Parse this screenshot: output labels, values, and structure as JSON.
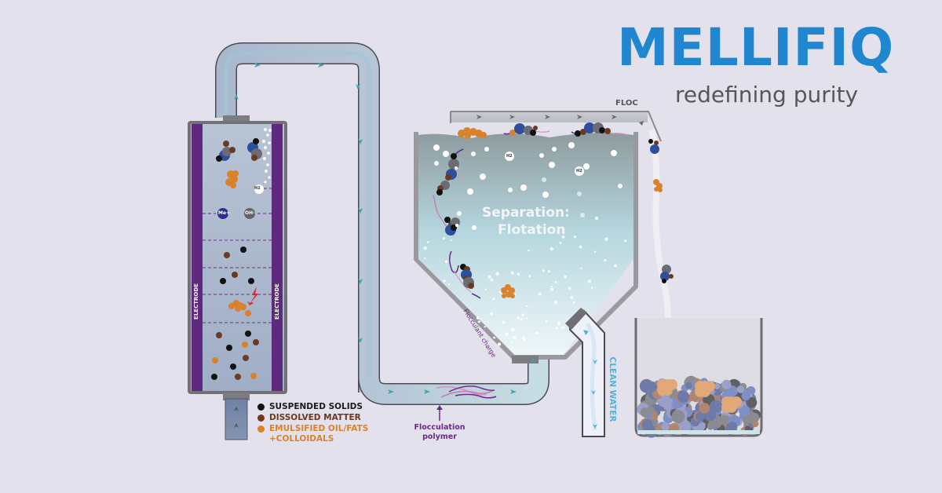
{
  "brand": {
    "name": "MELLIFIQ",
    "tagline": "redefining purity",
    "color": "#1f86cf"
  },
  "reactor": {
    "electrode_left_label": "ELECTRODE",
    "electrode_right_label": "ELECTRODE",
    "gas_bubble_label": "H2",
    "metal_ion_label": "Me+",
    "hydroxide_label": "OH-",
    "electrode_color": "#5f2a7e"
  },
  "legend": {
    "items": [
      {
        "label": "SUSPENDED SOLIDS",
        "color": "#111111",
        "text_color": "#1a1a1a"
      },
      {
        "label": "DISSOLVED MATTER",
        "color": "#6b3a24",
        "text_color": "#6b3a24"
      },
      {
        "label": "EMULSIFIED OIL/FATS",
        "label2": "+COLLOIDALS",
        "color": "#d9822b",
        "text_color": "#d9822b"
      }
    ]
  },
  "pipe": {
    "annotation": "Flocculation",
    "annotation2": "polymer",
    "annotation_color": "#6a2a87"
  },
  "tank": {
    "title_line1": "Separation:",
    "title_line2": "Flotation",
    "bubble_label": "H2",
    "flocculant_label": "Flocculant charge"
  },
  "floc": {
    "label": "FLOC"
  },
  "outlet": {
    "label": "CLEAN WATER",
    "color": "#4fb3e0"
  }
}
